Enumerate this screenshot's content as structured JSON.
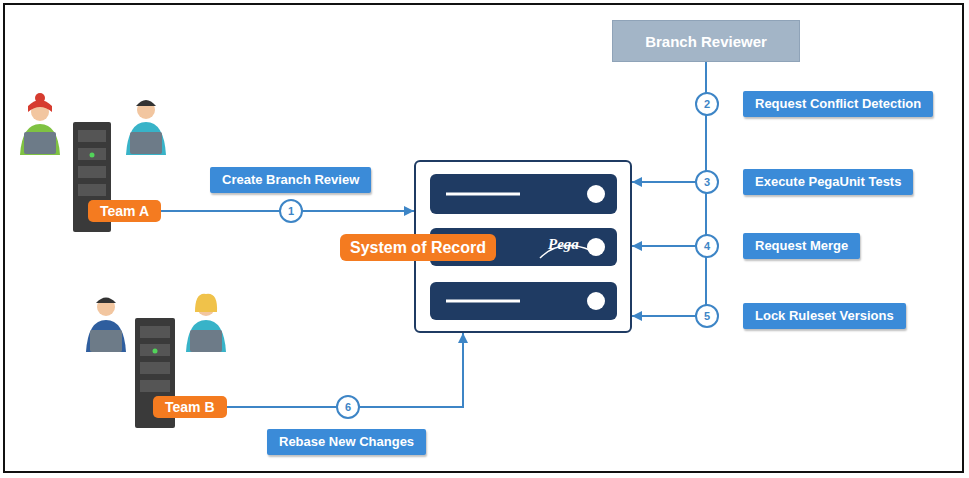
{
  "diagram": {
    "nodes": [
      {
        "text": [
          "Branch Reviewer"
        ]
      },
      {
        "text": [
          "System of Record"
        ]
      },
      {
        "text": [
          "Team A"
        ]
      },
      {
        "text": [
          "Team B"
        ]
      },
      {
        "text": [
          "Create Branch Review"
        ]
      },
      {
        "text": [
          "Request Conflict Detection"
        ]
      },
      {
        "text": [
          "Execute PegaUnit Tests"
        ]
      },
      {
        "text": [
          "Request Merge"
        ]
      },
      {
        "text": [
          "Lock Ruleset Versions"
        ]
      },
      {
        "text": [
          "Rebase New Changes"
        ]
      }
    ],
    "edges": [
      {
        "from": 2,
        "to": 1,
        "arrow": "to"
      },
      {
        "from": 0,
        "to": 1,
        "arrow": "to"
      },
      {
        "from": 3,
        "to": 1,
        "arrow": "to"
      }
    ],
    "labels": [
      "1",
      "2",
      "3",
      "4",
      "5",
      "6",
      "Pega"
    ]
  }
}
